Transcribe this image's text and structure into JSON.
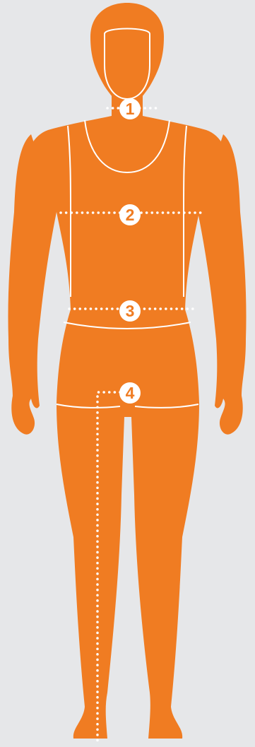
{
  "colors": {
    "background": "#e6e7e9",
    "body": "#f07c22",
    "lines": "#ffffff"
  },
  "markers": [
    {
      "label": "1",
      "measurement": "neck"
    },
    {
      "label": "2",
      "measurement": "chest"
    },
    {
      "label": "3",
      "measurement": "waist"
    },
    {
      "label": "4",
      "measurement": "inseam"
    }
  ]
}
